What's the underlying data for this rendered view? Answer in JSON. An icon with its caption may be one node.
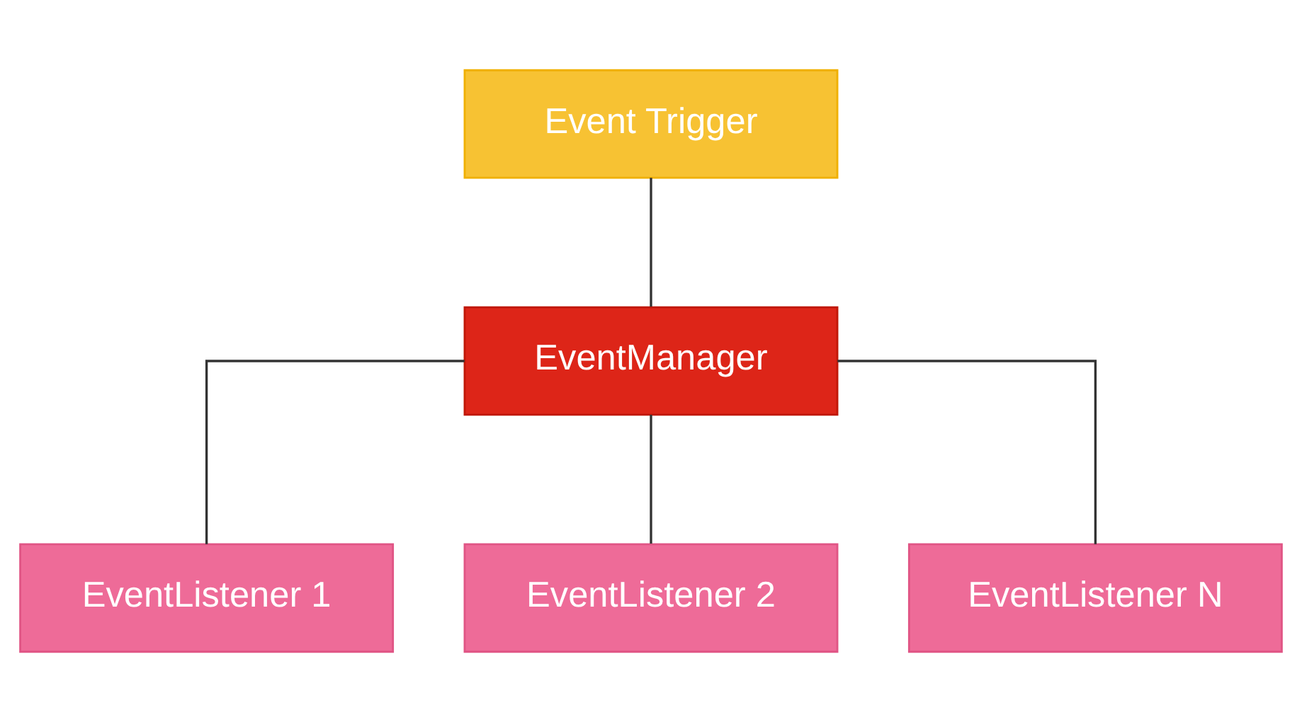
{
  "diagram": {
    "nodes": [
      {
        "text": [
          "Event Trigger"
        ]
      },
      {
        "text": [
          "EventManager"
        ]
      },
      {
        "text": [
          "EventListener 1"
        ]
      },
      {
        "text": [
          "EventListener 2"
        ]
      },
      {
        "text": [
          "EventListener N"
        ]
      }
    ],
    "edges": [
      {
        "from": 0,
        "to": 1,
        "arrow": "none"
      },
      {
        "from": 1,
        "to": 2,
        "arrow": "none"
      },
      {
        "from": 1,
        "to": 3,
        "arrow": "none"
      },
      {
        "from": 1,
        "to": 4,
        "arrow": "none"
      }
    ]
  }
}
